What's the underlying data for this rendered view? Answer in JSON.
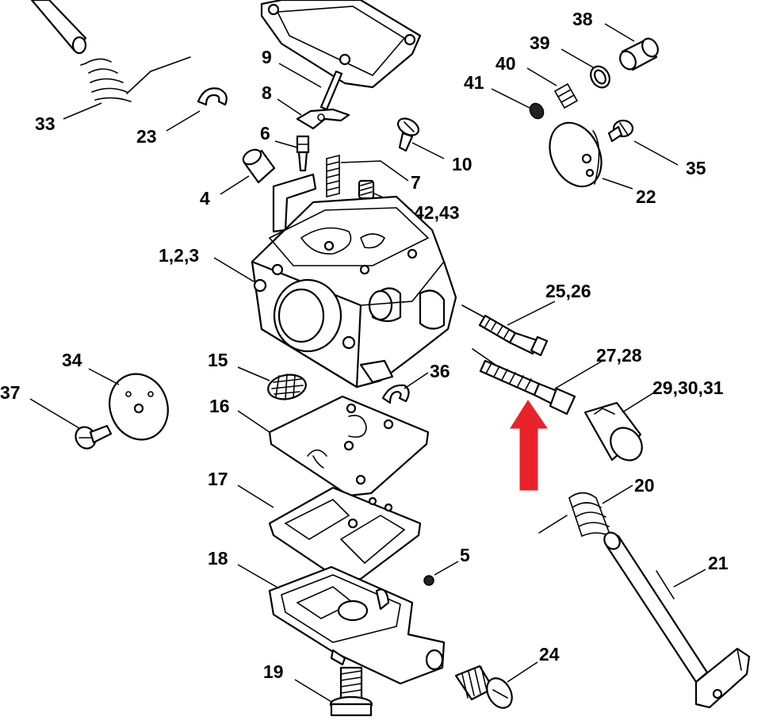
{
  "labels": {
    "l33": "33",
    "l23": "23",
    "l9": "9",
    "l8": "8",
    "l6": "6",
    "l7": "7",
    "l4": "4",
    "l10": "10",
    "l42_43": "42,43",
    "l1_2_3": "1,2,3",
    "l38": "38",
    "l39": "39",
    "l40": "40",
    "l41": "41",
    "l35": "35",
    "l22": "22",
    "l25_26": "25,26",
    "l27_28": "27,28",
    "l29_30_31": "29,30,31",
    "l34": "34",
    "l37": "37",
    "l15": "15",
    "l36": "36",
    "l16": "16",
    "l17": "17",
    "l20": "20",
    "l18": "18",
    "l5": "5",
    "l21": "21",
    "l19": "19",
    "l24": "24"
  },
  "colors": {
    "highlight_arrow": "#e8232a",
    "line": "#000000",
    "background": "#ffffff"
  }
}
